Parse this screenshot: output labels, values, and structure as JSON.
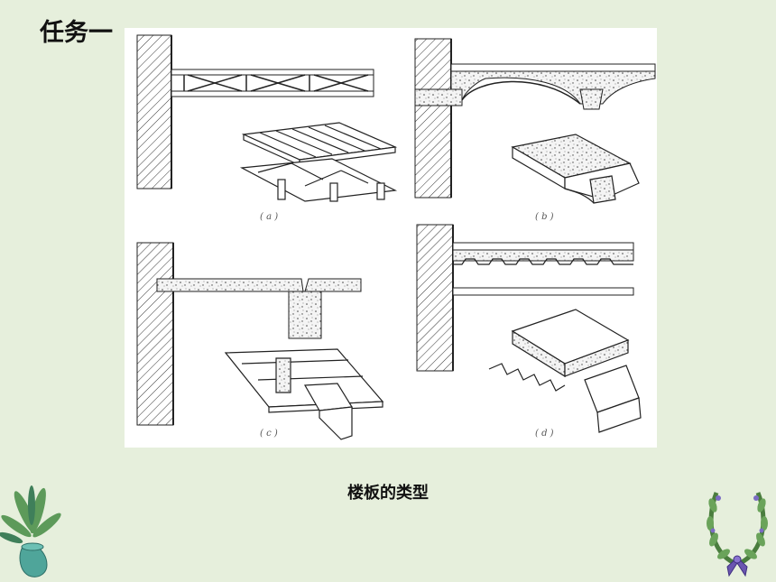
{
  "slide": {
    "title": "任务一",
    "caption": "楼板的类型"
  },
  "figure": {
    "subfigures": [
      {
        "id": "a",
        "label": "( a )",
        "icon": "wood-joist-floor-illustration"
      },
      {
        "id": "b",
        "label": "( b )",
        "icon": "brick-arch-floor-illustration"
      },
      {
        "id": "c",
        "label": "( c )",
        "icon": "reinforced-concrete-floor-illustration"
      },
      {
        "id": "d",
        "label": "( d )",
        "icon": "steel-deck-composite-floor-illustration"
      }
    ]
  },
  "decorations": {
    "left": "plant-vase-icon",
    "right": "wreath-icon"
  },
  "colors": {
    "background": "#e6efdc",
    "panel": "#ffffff",
    "line": "#222222"
  }
}
